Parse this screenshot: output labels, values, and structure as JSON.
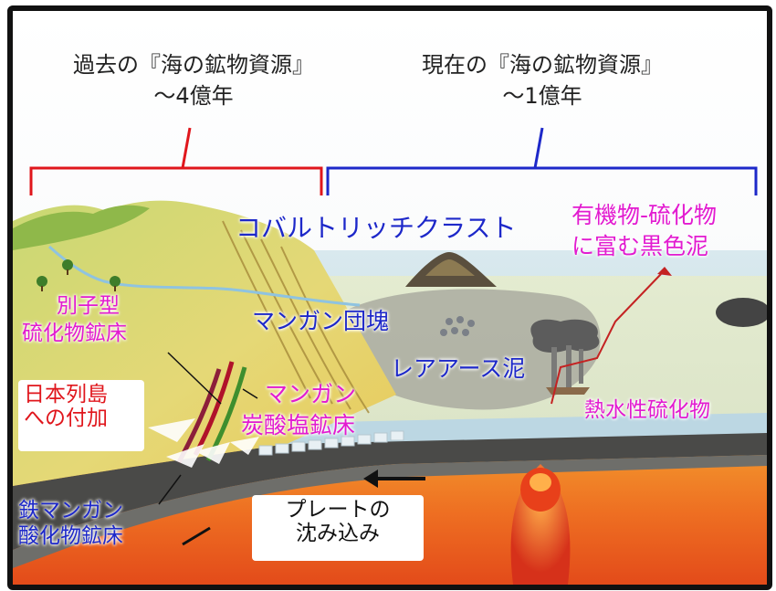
{
  "header": {
    "past_title": "過去の『海の鉱物資源』",
    "past_age": "～4億年",
    "present_title": "現在の『海の鉱物資源』",
    "present_age": "～1億年"
  },
  "labels": {
    "cobalt_crust": "コバルトリッチクラスト",
    "black_mud_line1": "有機物-硫化物",
    "black_mud_line2": "に富む黒色泥",
    "besshi_line1": "別子型",
    "besshi_line2": "硫化物鉱床",
    "manganese_nodule": "マンガン団塊",
    "rare_earth_mud": "レアアース泥",
    "hydrothermal": "熱水性硫化物",
    "accretion_line1": "日本列島",
    "accretion_line2": "への付加",
    "mn_carbonate_line1": "マンガン",
    "mn_carbonate_line2": "炭酸塩鉱床",
    "fe_mn_line1": "鉄マンガン",
    "fe_mn_line2": "酸化物鉱床",
    "subduction_line1": "プレートの",
    "subduction_line2": "沈み込み"
  },
  "colors": {
    "past_bracket": "#e0161c",
    "present_bracket": "#1d28c9",
    "label_blue": "#1d28c9",
    "label_magenta": "#e21bd0",
    "label_red": "#e0161c"
  },
  "icons": {
    "subduction_arrow": "arrow-left-icon"
  }
}
